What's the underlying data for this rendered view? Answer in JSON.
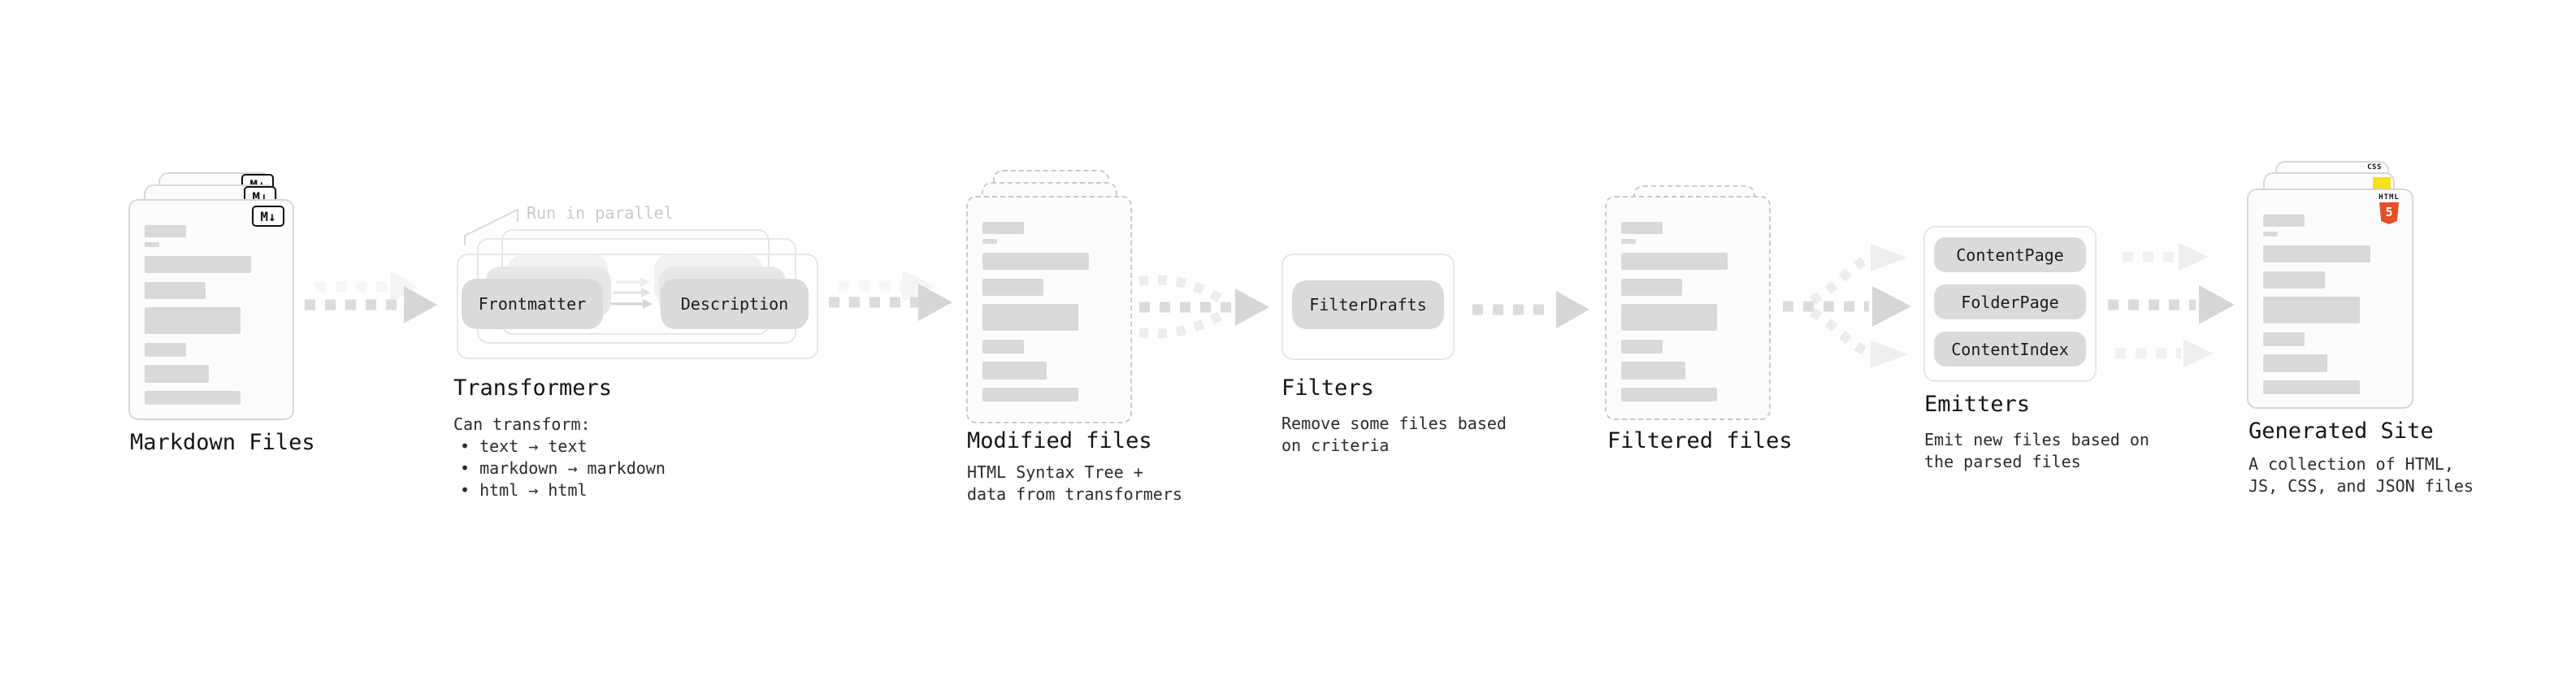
{
  "diagram": {
    "stages": {
      "markdown": {
        "label": "Markdown Files",
        "icon_label": "M↓"
      },
      "transformers": {
        "title": "Transformers",
        "parallel_note": "Run in parallel",
        "pill_left": "Frontmatter",
        "pill_right": "Description",
        "note_heading": "Can transform:",
        "bullets": [
          "• text → text",
          "• markdown → markdown",
          "• html → html"
        ]
      },
      "modified": {
        "label": "Modified files",
        "sub_line1": "HTML Syntax Tree +",
        "sub_line2": "data from transformers"
      },
      "filters": {
        "title": "Filters",
        "pill": "FilterDrafts",
        "sub_line1": "Remove some files based",
        "sub_line2": "on criteria"
      },
      "filtered": {
        "label": "Filtered files"
      },
      "emitters": {
        "title": "Emitters",
        "pills": [
          "ContentPage",
          "FolderPage",
          "ContentIndex"
        ],
        "sub_line1": "Emit new files based on",
        "sub_line2": "the parsed files"
      },
      "generated": {
        "label": "Generated Site",
        "sub_line1": "A collection of HTML,",
        "sub_line2": "JS, CSS, and JSON files",
        "badge_css": "CSS",
        "badge_html_text": "HTML",
        "badge_html_number": "5"
      }
    },
    "colors": {
      "skeleton_bar": "#d9d9d9",
      "pill": "#dadada",
      "arrow": "#dbdbdb",
      "arrow_faint": "#eeeeee",
      "html5_orange": "#e4502a",
      "js_yellow": "#f7df1e",
      "css_blue": "#2f6df6"
    },
    "decor": {
      "skeleton_bars": [
        {
          "w": 31,
          "h": 15,
          "mt": 30
        },
        {
          "w": 11,
          "h": 6,
          "mt": 6
        },
        {
          "w": 80,
          "h": 21,
          "mt": 11
        },
        {
          "w": 46,
          "h": 21,
          "mt": 11
        },
        {
          "w": 72,
          "h": 33,
          "mt": 10
        },
        {
          "w": 31,
          "h": 17,
          "mt": 11
        },
        {
          "w": 48,
          "h": 22,
          "mt": 10
        },
        {
          "w": 72,
          "h": 17,
          "mt": 10
        }
      ]
    }
  }
}
